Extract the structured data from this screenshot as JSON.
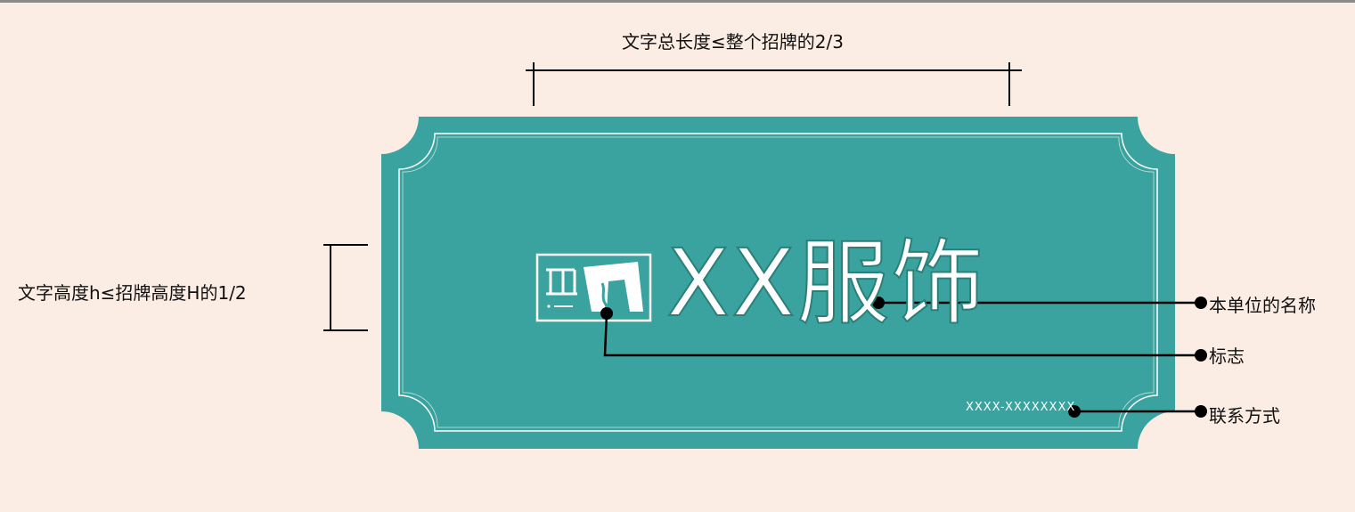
{
  "annotations": {
    "width_rule": "文字总长度≤整个招牌的2/3",
    "height_rule": "文字高度h≤招牌高度H的1/2",
    "name_callout": "本单位的名称",
    "logo_callout": "标志",
    "contact_callout": "联系方式"
  },
  "sign": {
    "shop_name": "XX服饰",
    "contact": "XXXX-XXXXXXXX"
  },
  "colors": {
    "background": "#fbede3",
    "sign_fill": "#3aa39f",
    "sign_border_line": "#ffffff",
    "annotation_ink": "#000000"
  }
}
